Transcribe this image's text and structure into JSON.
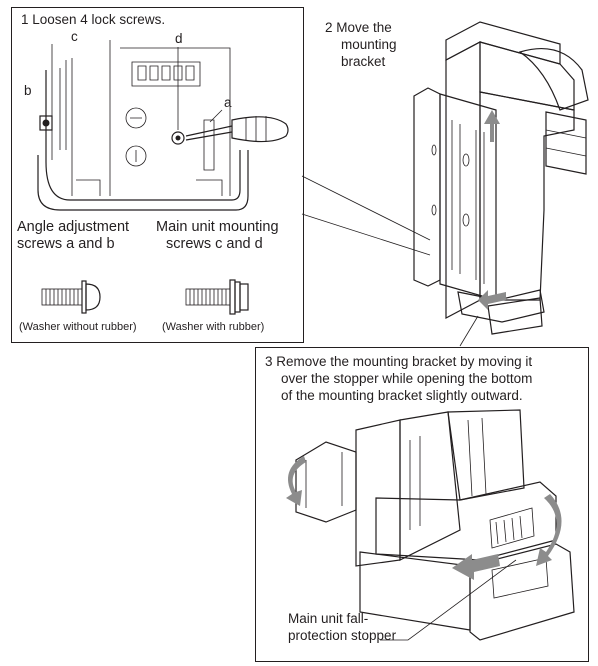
{
  "step1": {
    "text": "1  Loosen 4 lock screws.",
    "callouts": {
      "a": "a",
      "b": "b",
      "c": "c",
      "d": "d"
    },
    "angle_label_line1": "Angle adjustment",
    "angle_label_line2": "screws a and b",
    "main_label_line1": "Main unit mounting",
    "main_label_line2": "screws c and d",
    "washer_without": "(Washer without rubber)",
    "washer_with": "(Washer with rubber)"
  },
  "step2": {
    "line1": "2  Move the",
    "line2": "mounting",
    "line3": "bracket"
  },
  "step3": {
    "line1": "3  Remove the mounting bracket by moving it",
    "line2": "over the stopper while opening the bottom",
    "line3": "of the mounting bracket slightly outward.",
    "stopper_line1": "Main unit fall-",
    "stopper_line2": "protection stopper"
  },
  "colors": {
    "line": "#231f20",
    "arrow": "#8c8c8c",
    "fill_light": "#f2f2f2",
    "fill_dark": "#3a3a3a"
  }
}
